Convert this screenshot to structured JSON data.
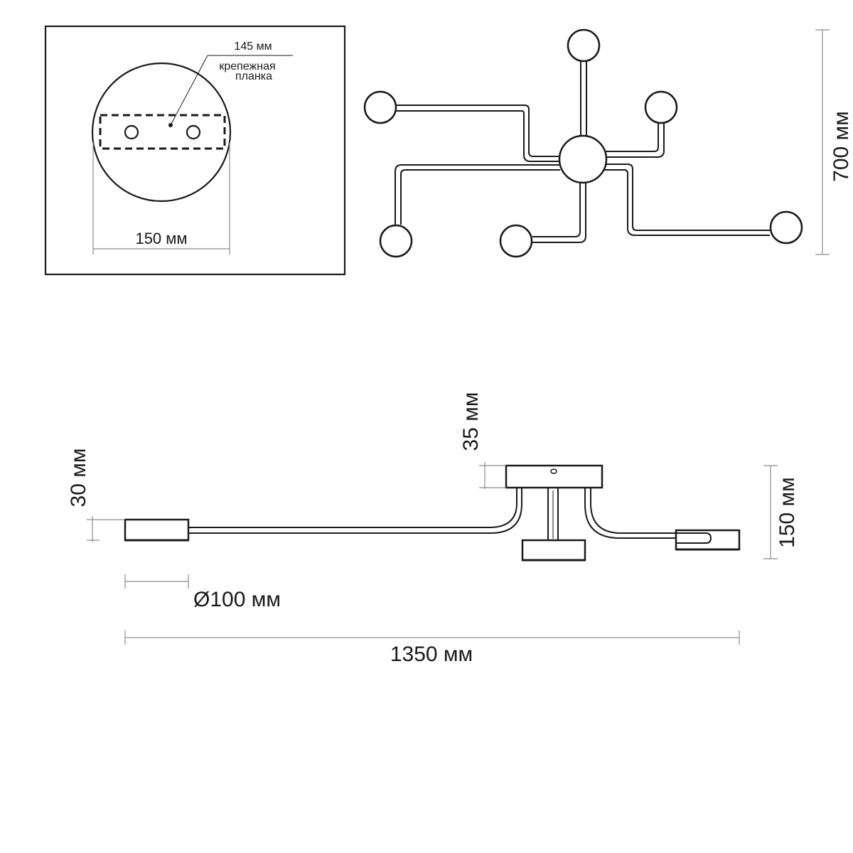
{
  "mount_plate": {
    "bracket_width_label": "145 мм",
    "bracket_name_line1": "крепежная",
    "bracket_name_line2": "планка",
    "plate_diameter_label": "150 мм"
  },
  "top_view": {
    "depth_label": "700 мм"
  },
  "side_view": {
    "base_height_label": "35 мм",
    "shade_height_label": "30 мм",
    "total_height_label": "150 мм",
    "shade_diameter_label": "Ø100 мм",
    "total_length_label": "1350 мм"
  }
}
